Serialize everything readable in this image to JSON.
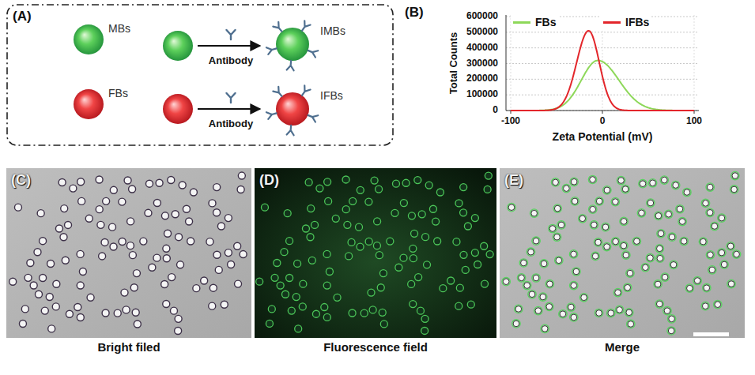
{
  "diagram": {
    "nodes": [
      {
        "text": [
          "(A)"
        ]
      },
      {
        "text": [
          "MBs"
        ],
        "in": 0
      },
      {
        "text": [
          "IMBs"
        ],
        "in": 0
      },
      {
        "text": [
          "FBs"
        ],
        "in": 0
      },
      {
        "text": [
          "IFBs"
        ],
        "in": 0
      },
      {
        "text": [
          "(C)",
          "Bright filed"
        ]
      },
      {
        "text": [
          "(D)",
          "Fluorescence field"
        ]
      },
      {
        "text": [
          "(E)",
          "Merge"
        ]
      }
    ],
    "labels": [
      "Antibody",
      "Antibody",
      "(B)",
      "600000",
      "500000",
      "400000",
      "300000",
      "200000",
      "100000",
      "0",
      "-100",
      "0",
      "100",
      "Total Counts",
      "Zeta Potential (mV)"
    ],
    "legend": [
      {
        "text": "FBs",
        "color": "#8ed85a"
      },
      {
        "text": "IFBs",
        "color": "#e3262b"
      }
    ]
  }
}
